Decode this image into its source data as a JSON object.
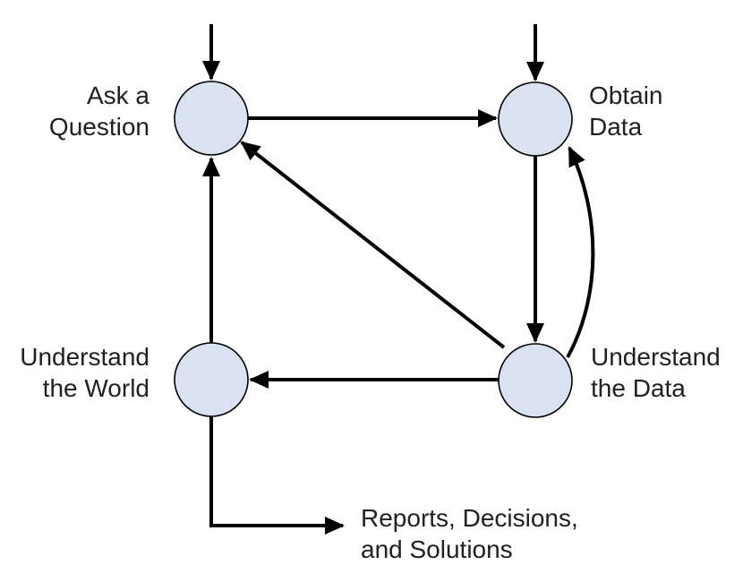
{
  "diagram_type": "flow-diagram",
  "colors": {
    "background": "#ffffff",
    "node_fill": "#d9e2f1",
    "node_stroke": "#000000",
    "arrow": "#000000",
    "text": "#212121"
  },
  "nodes": [
    {
      "id": "ask-a-question",
      "label": [
        "Ask a",
        "Question"
      ]
    },
    {
      "id": "obtain-data",
      "label": [
        "Obtain",
        "Data"
      ]
    },
    {
      "id": "understand-the-world",
      "label": [
        "Understand",
        "the World"
      ]
    },
    {
      "id": "understand-the-data",
      "label": [
        "Understand",
        "the Data"
      ]
    }
  ],
  "output": {
    "id": "reports-decisions-and-solutions",
    "label": [
      "Reports, Decisions,",
      "and Solutions"
    ]
  },
  "edges": [
    {
      "from": "external",
      "to": "ask-a-question"
    },
    {
      "from": "external",
      "to": "obtain-data"
    },
    {
      "from": "ask-a-question",
      "to": "obtain-data"
    },
    {
      "from": "obtain-data",
      "to": "understand-the-data"
    },
    {
      "from": "understand-the-data",
      "to": "ask-a-question"
    },
    {
      "from": "understand-the-data",
      "to": "obtain-data"
    },
    {
      "from": "understand-the-data",
      "to": "understand-the-world"
    },
    {
      "from": "understand-the-world",
      "to": "ask-a-question"
    },
    {
      "from": "understand-the-world",
      "to": "reports-decisions-and-solutions"
    }
  ]
}
